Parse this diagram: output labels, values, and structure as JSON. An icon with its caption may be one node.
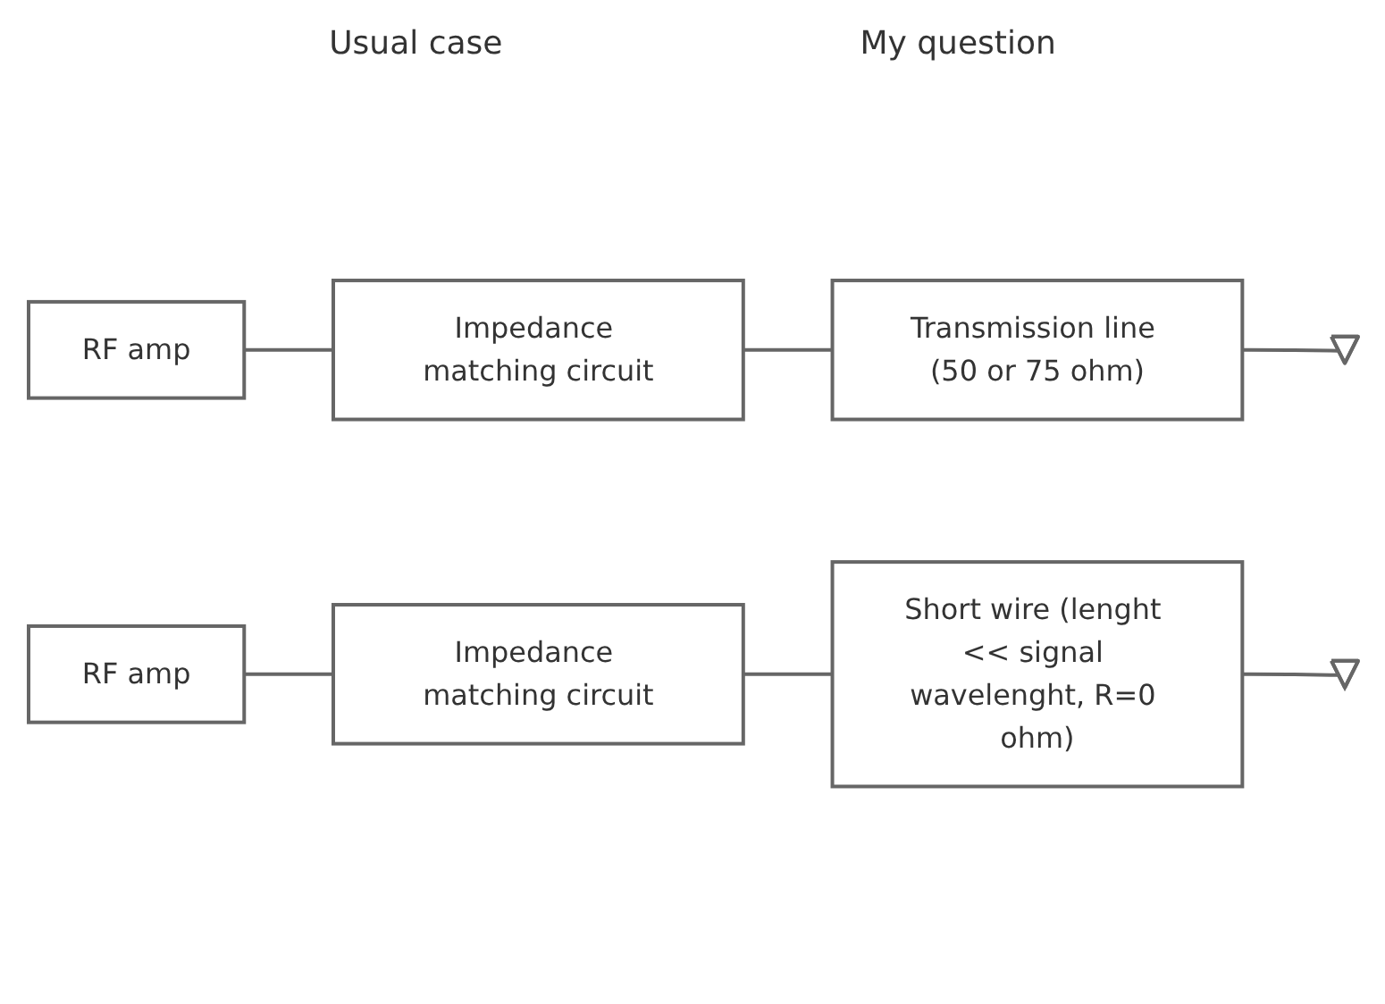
{
  "diagram": {
    "nodes": [
      {
        "text": [
          "RF amp"
        ]
      },
      {
        "text": [
          "Impedance matching circuit"
        ]
      },
      {
        "text": [
          "Transmission line (50 or 75 ohm)"
        ]
      },
      {
        "text": [],
        "shape": "triangle"
      },
      {
        "text": [
          "RF amp"
        ]
      },
      {
        "text": [
          "Impedance matching circuit"
        ]
      },
      {
        "text": [
          "Short wire (lenght << signal wavelenght, R=0 ohm)"
        ]
      },
      {
        "text": [],
        "shape": "triangle"
      }
    ],
    "edges": [
      {
        "from": 0,
        "to": 1,
        "arrow": "none"
      },
      {
        "from": 1,
        "to": 2,
        "arrow": "none"
      },
      {
        "from": 2,
        "to": 3,
        "arrow": "none"
      },
      {
        "from": 4,
        "to": 5,
        "arrow": "none"
      },
      {
        "from": 5,
        "to": 6,
        "arrow": "none"
      },
      {
        "from": 6,
        "to": 7,
        "arrow": "none"
      }
    ],
    "labels": [
      "Usual case",
      "My question"
    ]
  }
}
